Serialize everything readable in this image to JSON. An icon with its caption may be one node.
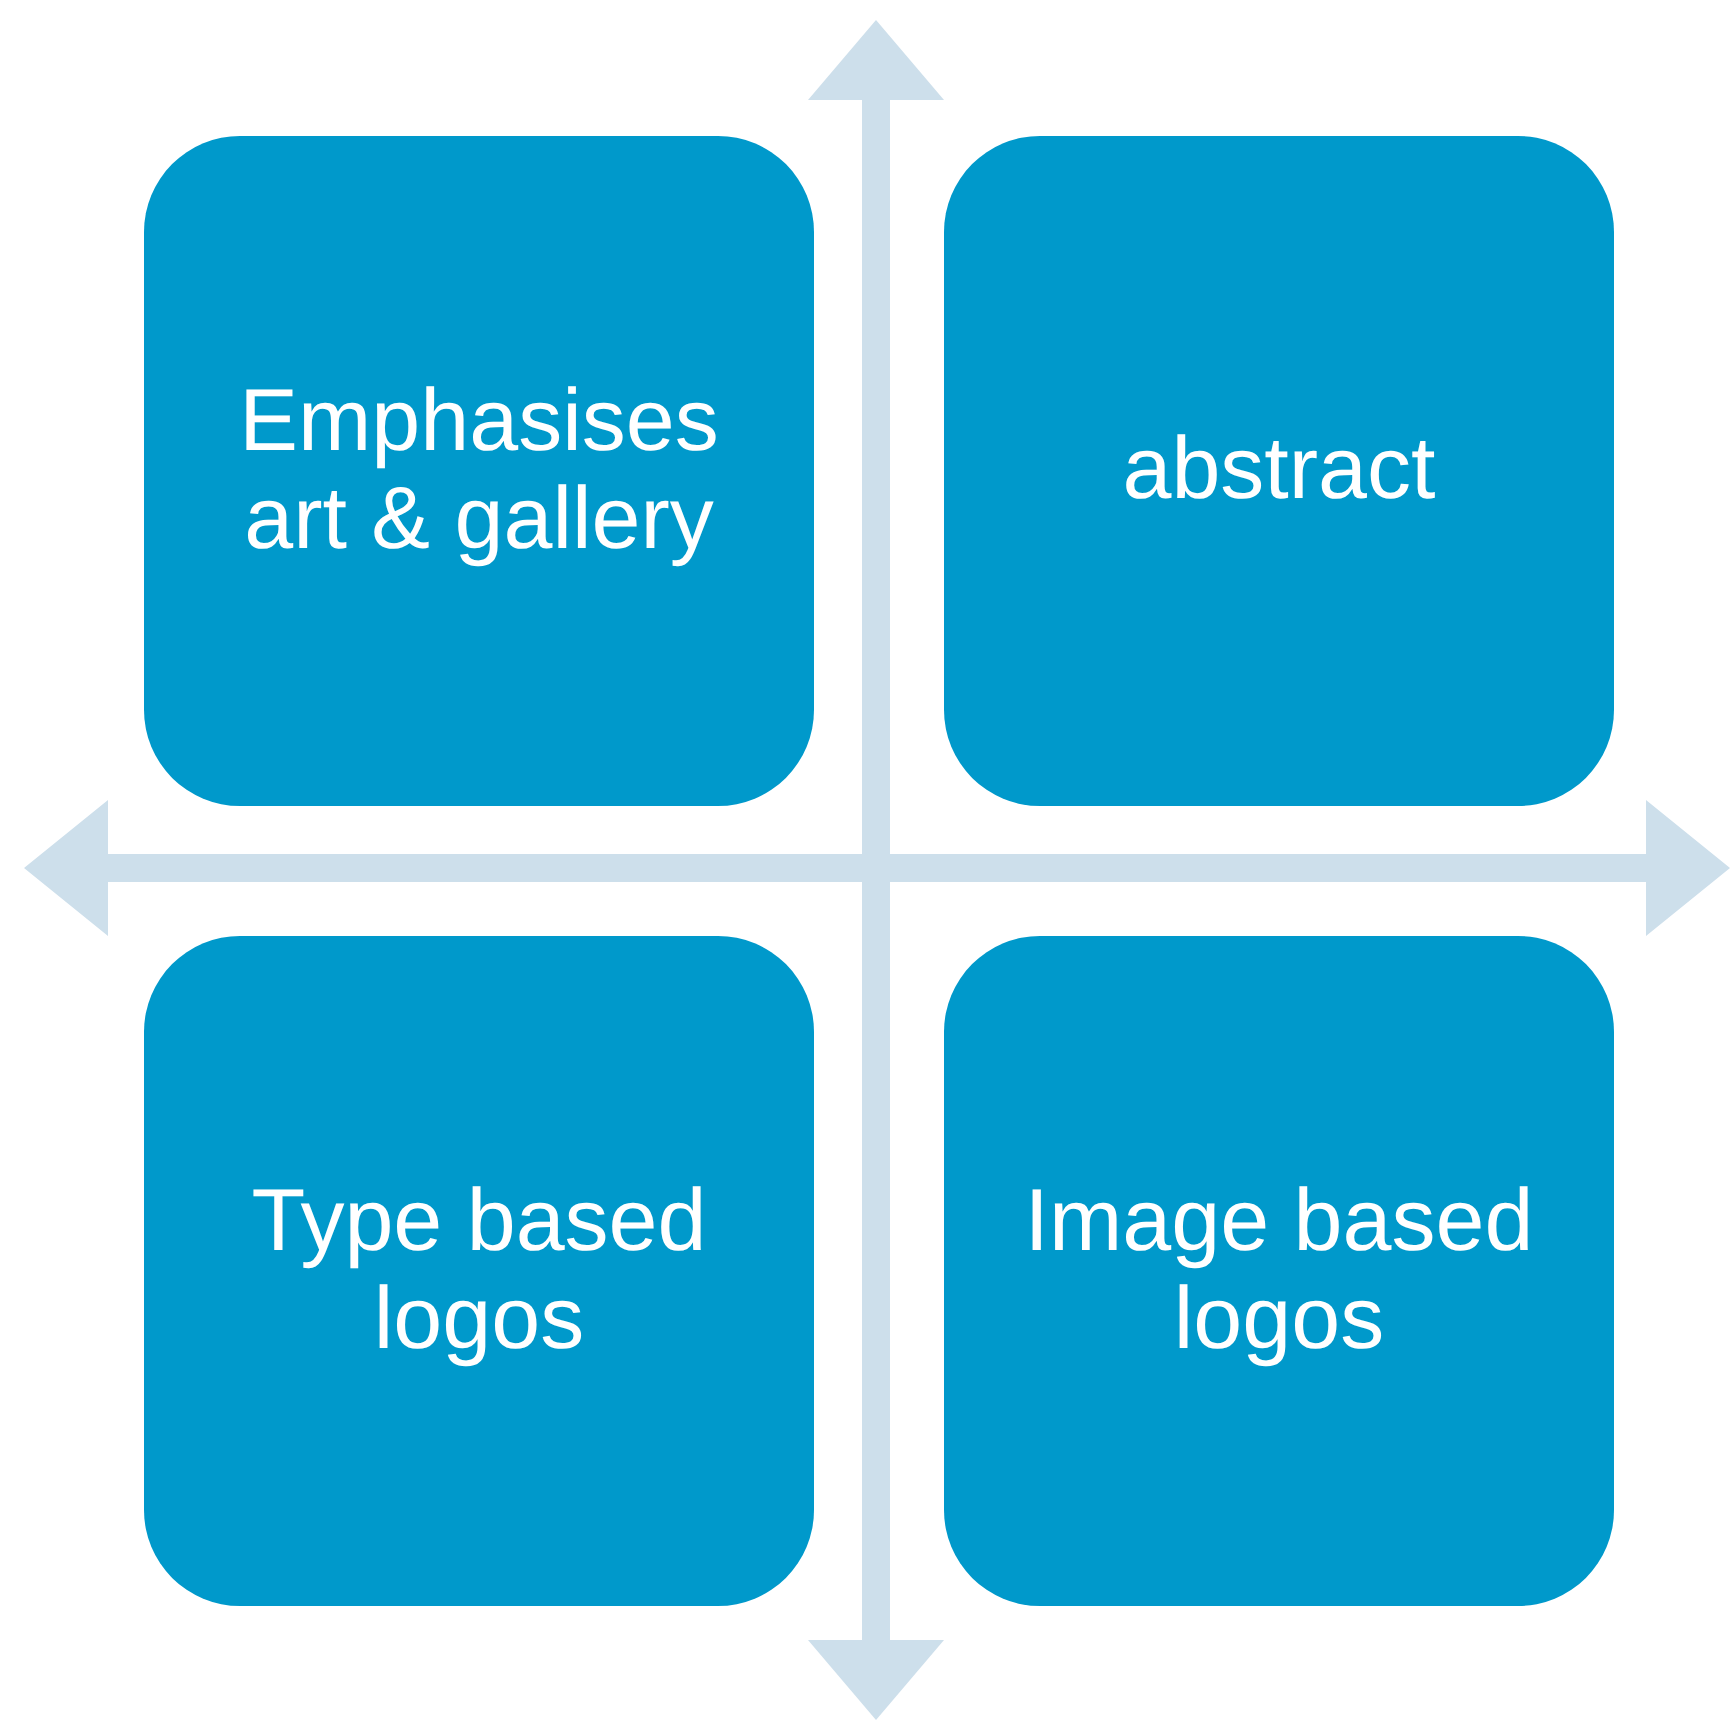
{
  "diagram": {
    "nodes": [
      {
        "text": [
          "Emphasises art & gallery"
        ]
      },
      {
        "text": [
          "abstract"
        ]
      },
      {
        "text": [
          "Type based logos"
        ]
      },
      {
        "text": [
          "Image based logos"
        ]
      }
    ]
  }
}
